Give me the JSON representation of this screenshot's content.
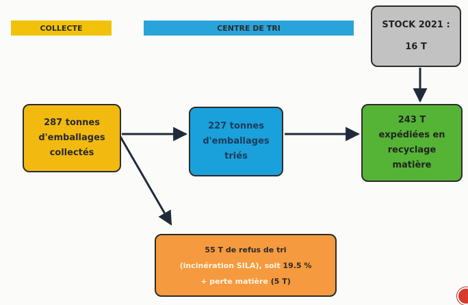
{
  "headers": {
    "collecte": "COLLECTE",
    "centre_tri": "CENTRE DE TRI"
  },
  "stock": {
    "line1": "STOCK 2021 :",
    "line2": "16 T"
  },
  "collect_box": {
    "line1": "287 tonnes",
    "line2": "d'emballages",
    "line3": "collectés"
  },
  "tri_box": {
    "line1": "227 tonnes",
    "line2": "d'emballages",
    "line3": "triés"
  },
  "recyc_box": {
    "line1": "243 T",
    "line2": "expédiées en",
    "line3": "recyclage",
    "line4": "matière"
  },
  "refus_box": {
    "line1": "55 T de refus de tri",
    "line2_a": "(incinération SILA), soit ",
    "line2_b": "19.5 %",
    "line3_a": "+ perte matière ",
    "line3_b": "(5 T)"
  },
  "colors": {
    "collecte": "#f2c20b",
    "centre_tri": "#29a4da",
    "stock": "#c2c2c2",
    "recyclage": "#55b436",
    "refus": "#f59a3e"
  },
  "icons": {
    "corner": "red-circle-icon"
  }
}
